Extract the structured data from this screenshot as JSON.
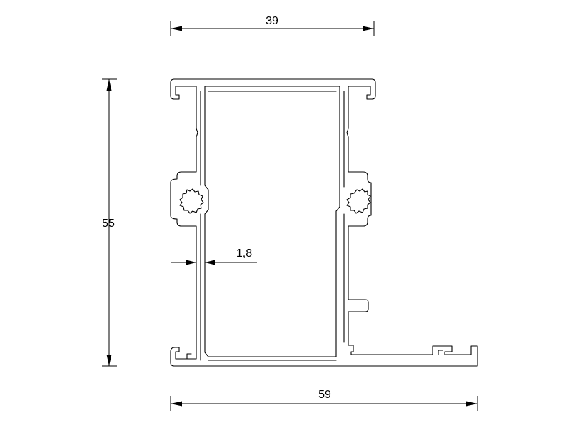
{
  "drawing": {
    "dimensions": {
      "top_width": "39",
      "height": "55",
      "bottom_width": "59",
      "wall_thickness": "1,8"
    }
  },
  "colors": {
    "line": "#000000",
    "background": "#ffffff"
  }
}
